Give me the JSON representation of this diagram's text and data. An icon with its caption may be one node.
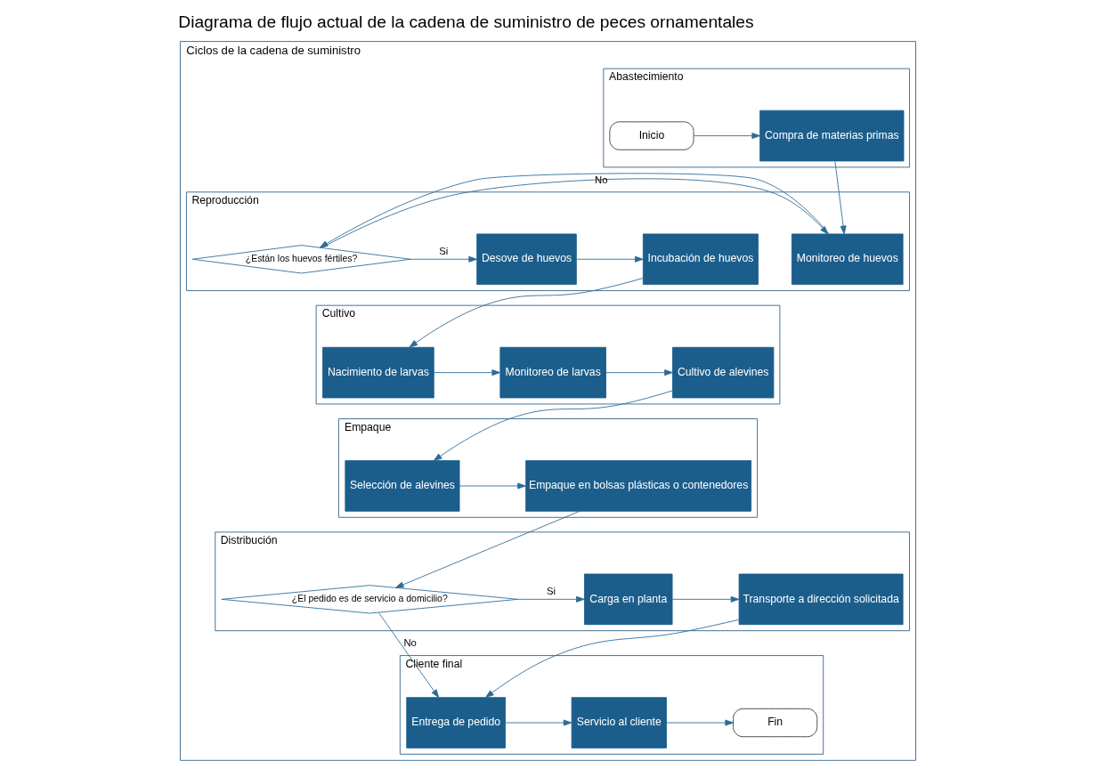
{
  "diagram": {
    "title": "Diagrama de flujo actual de la cadena de suministro de peces ornamentales",
    "nodes": [
      {
        "text": [
          "Ciclos de la cadena de suministro"
        ]
      },
      {
        "text": [
          "Abastecimiento"
        ],
        "in": 0
      },
      {
        "text": [
          "Inicio"
        ],
        "in": 1
      },
      {
        "text": [
          "Compra de materias primas"
        ],
        "in": 1
      },
      {
        "text": [
          "Reproducción"
        ],
        "in": 0
      },
      {
        "text": [
          "Monitoreo de huevos"
        ],
        "in": 4
      },
      {
        "text": [
          "¿Están los huevos fértiles?"
        ],
        "in": 4
      },
      {
        "text": [
          "Desove de huevos"
        ],
        "in": 4
      },
      {
        "text": [
          "Incubación de huevos"
        ],
        "in": 4
      },
      {
        "text": [
          "Cultivo"
        ],
        "in": 0
      },
      {
        "text": [
          "Nacimiento de larvas"
        ],
        "in": 9
      },
      {
        "text": [
          "Monitoreo de larvas"
        ],
        "in": 9
      },
      {
        "text": [
          "Cultivo de alevines"
        ],
        "in": 9
      },
      {
        "text": [
          "Empaque"
        ],
        "in": 0
      },
      {
        "text": [
          "Selección de alevines"
        ],
        "in": 13
      },
      {
        "text": [
          "Empaque en bolsas plásticas o contenedores"
        ],
        "in": 13
      },
      {
        "text": [
          "Distribución"
        ],
        "in": 0
      },
      {
        "text": [
          "¿El pedido es de servicio a domicilio?"
        ],
        "in": 16
      },
      {
        "text": [
          "Carga en planta"
        ],
        "in": 16
      },
      {
        "text": [
          "Transporte a dirección solicitada"
        ],
        "in": 16
      },
      {
        "text": [
          "Cliente final"
        ],
        "in": 0
      },
      {
        "text": [
          "Entrega de pedido"
        ],
        "in": 20
      },
      {
        "text": [
          "Servicio al cliente"
        ],
        "in": 20
      },
      {
        "text": [
          "Fin"
        ],
        "in": 20
      }
    ],
    "edges": [
      {
        "from": 2,
        "to": 3,
        "arrow": "to"
      },
      {
        "from": 3,
        "to": 5,
        "arrow": "to"
      },
      {
        "from": 5,
        "to": 6,
        "arrow": "to"
      },
      {
        "from": 6,
        "to": 7,
        "arrow": "to",
        "label": "Si"
      },
      {
        "from": 6,
        "to": 5,
        "arrow": "to",
        "label": "No"
      },
      {
        "from": 7,
        "to": 8,
        "arrow": "to"
      },
      {
        "from": 8,
        "to": 10,
        "arrow": "to"
      },
      {
        "from": 10,
        "to": 11,
        "arrow": "to"
      },
      {
        "from": 11,
        "to": 12,
        "arrow": "to"
      },
      {
        "from": 12,
        "to": 14,
        "arrow": "to"
      },
      {
        "from": 14,
        "to": 15,
        "arrow": "to"
      },
      {
        "from": 15,
        "to": 17,
        "arrow": "to"
      },
      {
        "from": 17,
        "to": 18,
        "arrow": "to",
        "label": "Si"
      },
      {
        "from": 18,
        "to": 19,
        "arrow": "to"
      },
      {
        "from": 19,
        "to": 21,
        "arrow": "to"
      },
      {
        "from": 17,
        "to": 21,
        "arrow": "to",
        "label": "No"
      },
      {
        "from": 21,
        "to": 22,
        "arrow": "to"
      },
      {
        "from": 22,
        "to": 23,
        "arrow": "to"
      }
    ]
  }
}
